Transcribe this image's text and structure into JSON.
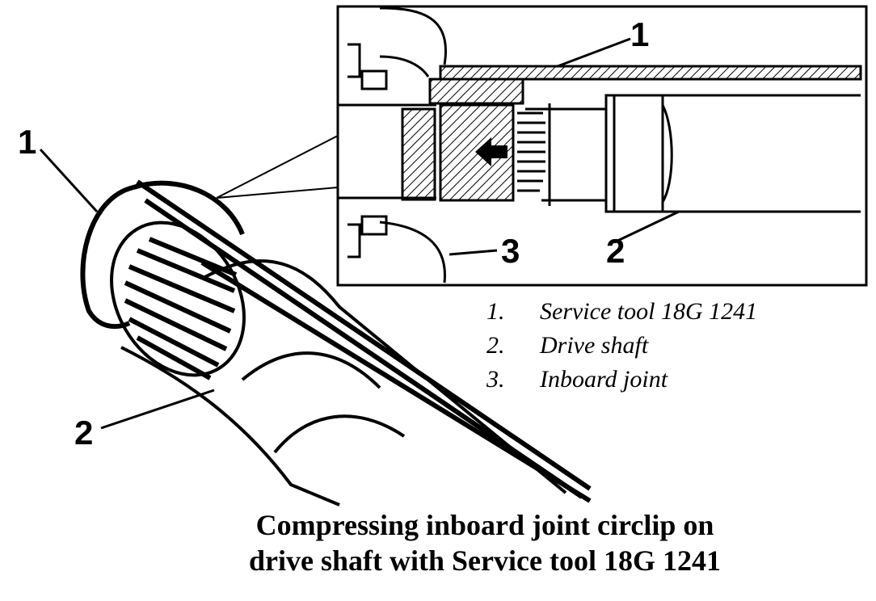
{
  "callouts": {
    "main_1": "1",
    "main_2": "2",
    "inset_1": "1",
    "inset_2": "2",
    "inset_3": "3"
  },
  "legend": [
    {
      "num": "1.",
      "label": "Service tool 18G 1241"
    },
    {
      "num": "2.",
      "label": "Drive shaft"
    },
    {
      "num": "3.",
      "label": "Inboard joint"
    }
  ],
  "caption": {
    "line1": "Compressing inboard joint circlip on",
    "line2": "drive shaft with Service tool 18G 1241"
  }
}
